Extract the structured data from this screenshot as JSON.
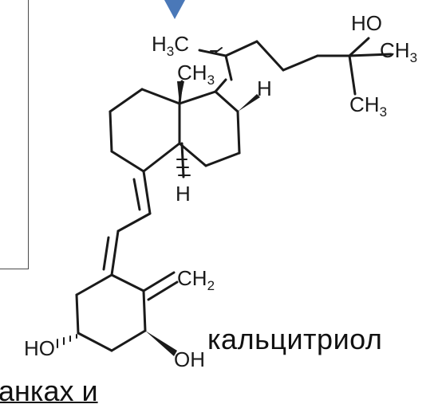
{
  "labels": {
    "h3c": "H3C",
    "ch3_c18": "CH3",
    "ho_top": "HO",
    "ch3_right": "CH3",
    "ch3_bottom": "CH3",
    "h_c17": "H",
    "h_c14": "H",
    "ch2": "CH2",
    "ho_left": "HO",
    "oh_right": "OH"
  },
  "caption": "кальцитриол",
  "bottom_text": "анках и"
}
